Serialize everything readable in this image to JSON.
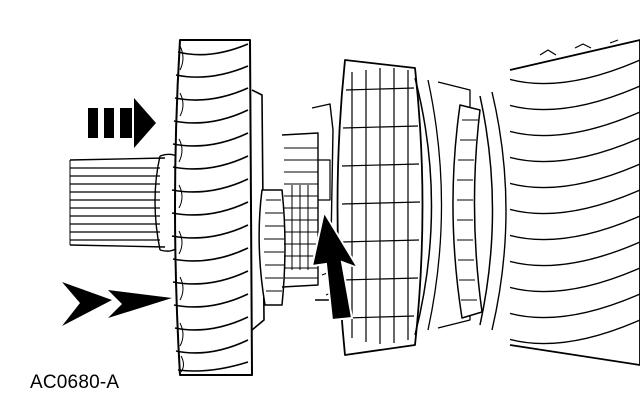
{
  "figure": {
    "label": "AC0680-A",
    "line_color": "#000000",
    "background_color": "#ffffff",
    "arrow_styles": [
      "dashed-flow-arrow",
      "solid-arrow",
      "solid-arrow"
    ]
  }
}
